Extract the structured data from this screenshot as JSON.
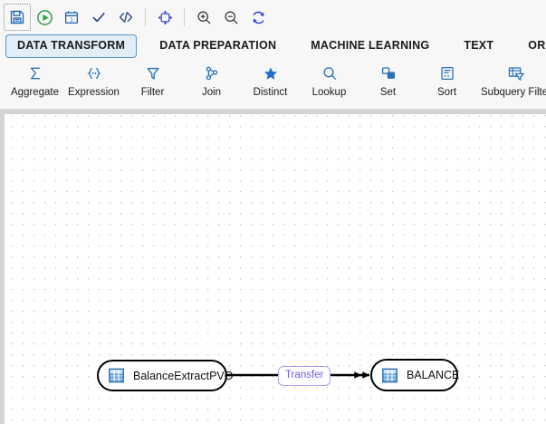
{
  "toolbar": {
    "buttons": [
      {
        "name": "save-icon",
        "title": "Save",
        "focused": true
      },
      {
        "name": "run-icon",
        "title": "Run"
      },
      {
        "name": "schedule-calendar-icon",
        "title": "Schedule"
      },
      {
        "name": "validate-check-icon",
        "title": "Validate"
      },
      {
        "name": "code-icon",
        "title": "View Code"
      },
      {
        "name": "fit-to-screen-icon",
        "title": "Fit to Screen"
      },
      {
        "name": "zoom-in-icon",
        "title": "Zoom In"
      },
      {
        "name": "zoom-out-icon",
        "title": "Zoom Out"
      },
      {
        "name": "refresh-icon",
        "title": "Refresh"
      }
    ]
  },
  "tabs": [
    {
      "label": "DATA TRANSFORM",
      "active": true
    },
    {
      "label": "DATA PREPARATION",
      "active": false
    },
    {
      "label": "MACHINE LEARNING",
      "active": false
    },
    {
      "label": "TEXT",
      "active": false
    },
    {
      "label": "ORACLE SPATI",
      "active": false
    }
  ],
  "ribbon": {
    "items": [
      {
        "label": "Aggregate",
        "icon": "sigma-icon"
      },
      {
        "label": "Expression",
        "icon": "expression-braces-icon"
      },
      {
        "label": "Filter",
        "icon": "funnel-icon"
      },
      {
        "label": "Join",
        "icon": "join-icon"
      },
      {
        "label": "Distinct",
        "icon": "star-icon"
      },
      {
        "label": "Lookup",
        "icon": "magnifier-icon"
      },
      {
        "label": "Set",
        "icon": "set-shapes-icon"
      },
      {
        "label": "Sort",
        "icon": "sort-icon"
      },
      {
        "label": "Subquery Filter",
        "icon": "subquery-filter-icon"
      }
    ]
  },
  "canvas": {
    "nodes": [
      {
        "id": "source",
        "label": "BalanceExtractPVO",
        "icon": "table-grid-icon"
      },
      {
        "id": "target",
        "label": "BALANCE",
        "icon": "table-grid-icon"
      }
    ],
    "edges": [
      {
        "from": "source",
        "to": "target",
        "label": "Transfer"
      }
    ]
  },
  "colors": {
    "accent_blue": "#2a72b5",
    "icon_blue": "#1b63b0",
    "run_green": "#2f9e44",
    "edge_purple": "#6b5ce7",
    "active_tab_bg": "#e2eef7",
    "active_tab_border": "#5b95c4"
  }
}
